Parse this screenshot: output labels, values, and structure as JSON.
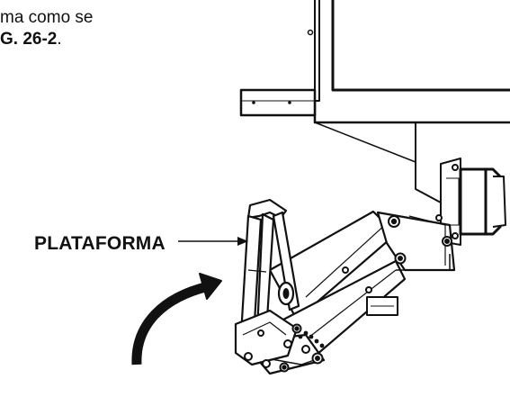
{
  "text": {
    "line1": "ma como se",
    "line2_bold": "G. 26-2",
    "line2_tail": "."
  },
  "callout": {
    "label": "PLATAFORMA"
  },
  "colors": {
    "ink": "#111111",
    "paper": "#ffffff",
    "shade": "#9a9a9a"
  }
}
